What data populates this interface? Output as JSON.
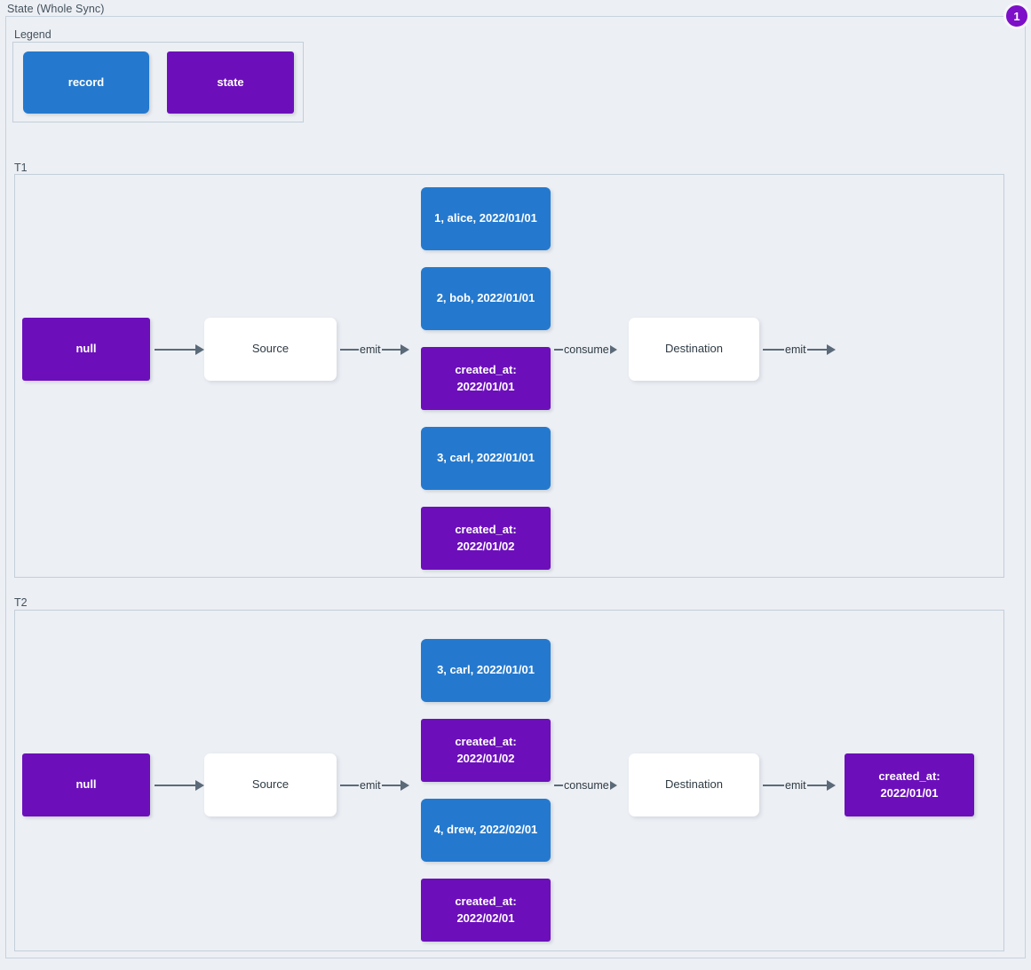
{
  "diagram": {
    "title": "State (Whole Sync)",
    "badge": "1",
    "colors": {
      "record": "#2479ce",
      "state": "#6c0fbb",
      "plain": "#ffffff",
      "background": "#eceff4",
      "edge": "#5b6a78",
      "border": "#c3cfda"
    }
  },
  "legend": {
    "label": "Legend",
    "items": [
      {
        "label": "record",
        "kind": "record"
      },
      {
        "label": "state",
        "kind": "state"
      }
    ]
  },
  "timelines": [
    {
      "label": "T1",
      "initial_state": "null",
      "source": "Source",
      "destination": "Destination",
      "edges": {
        "state_to_source": "",
        "source_emit": "emit",
        "consume": "consume",
        "destination_emit": "emit"
      },
      "stream": [
        {
          "kind": "record",
          "label": "1, alice, 2022/01/01"
        },
        {
          "kind": "record",
          "label": "2, bob, 2022/01/01"
        },
        {
          "kind": "state",
          "label": "created_at:\n2022/01/01"
        },
        {
          "kind": "record",
          "label": "3, carl, 2022/01/01"
        },
        {
          "kind": "state",
          "label": "created_at:\n2022/01/02"
        }
      ],
      "final_state": null
    },
    {
      "label": "T2",
      "initial_state": "null",
      "source": "Source",
      "destination": "Destination",
      "edges": {
        "state_to_source": "",
        "source_emit": "emit",
        "consume": "consume",
        "destination_emit": "emit"
      },
      "stream": [
        {
          "kind": "record",
          "label": "3, carl, 2022/01/01"
        },
        {
          "kind": "state",
          "label": "created_at:\n2022/01/02"
        },
        {
          "kind": "record",
          "label": "4, drew, 2022/02/01"
        },
        {
          "kind": "state",
          "label": "created_at:\n2022/02/01"
        }
      ],
      "final_state": "created_at:\n2022/01/01"
    }
  ]
}
